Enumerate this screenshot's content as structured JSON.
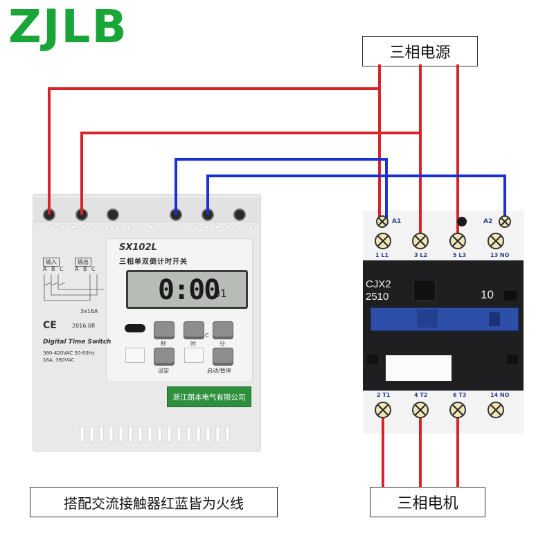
{
  "logo": "ZJLB",
  "labels": {
    "power": "三相电源",
    "motor": "三相电机",
    "note": "搭配交流接触器红蓝皆为火线"
  },
  "timer": {
    "model": "SX102L",
    "subtitle": "三相单双倒计时开关",
    "display": "0:00",
    "display_small": "01",
    "input_label": "输入",
    "output_label": "输出",
    "input_terms": "A B C",
    "output_terms": "A B C",
    "rating_small": "3x16A",
    "ce": "CE",
    "date": "2016.08",
    "name_en": "Digital Time Switch",
    "spec1": "380-420VAC 50-60Hz",
    "spec2": "16A, 380VAC",
    "btn_sec": "秒",
    "btn_hour": "时",
    "btn_min": "分",
    "btn_c": "C",
    "btn_set": "设定",
    "btn_start": "启动/暂停",
    "manufacturer": "浙江朗本电气有限公司"
  },
  "contactor": {
    "model": "CJX2",
    "model_num": "2510",
    "rating": "10",
    "coil_a1": "A1",
    "coil_a2": "A2",
    "top_terms": [
      "1 L1",
      "3 L2",
      "5 L3",
      "13 NO"
    ],
    "bottom_terms": [
      "2 T1",
      "4 T2",
      "6 T3",
      "14 NO"
    ]
  },
  "colors": {
    "live_red": "#d8232a",
    "live_blue": "#1a2fd6",
    "logo_green": "#1aa539"
  }
}
